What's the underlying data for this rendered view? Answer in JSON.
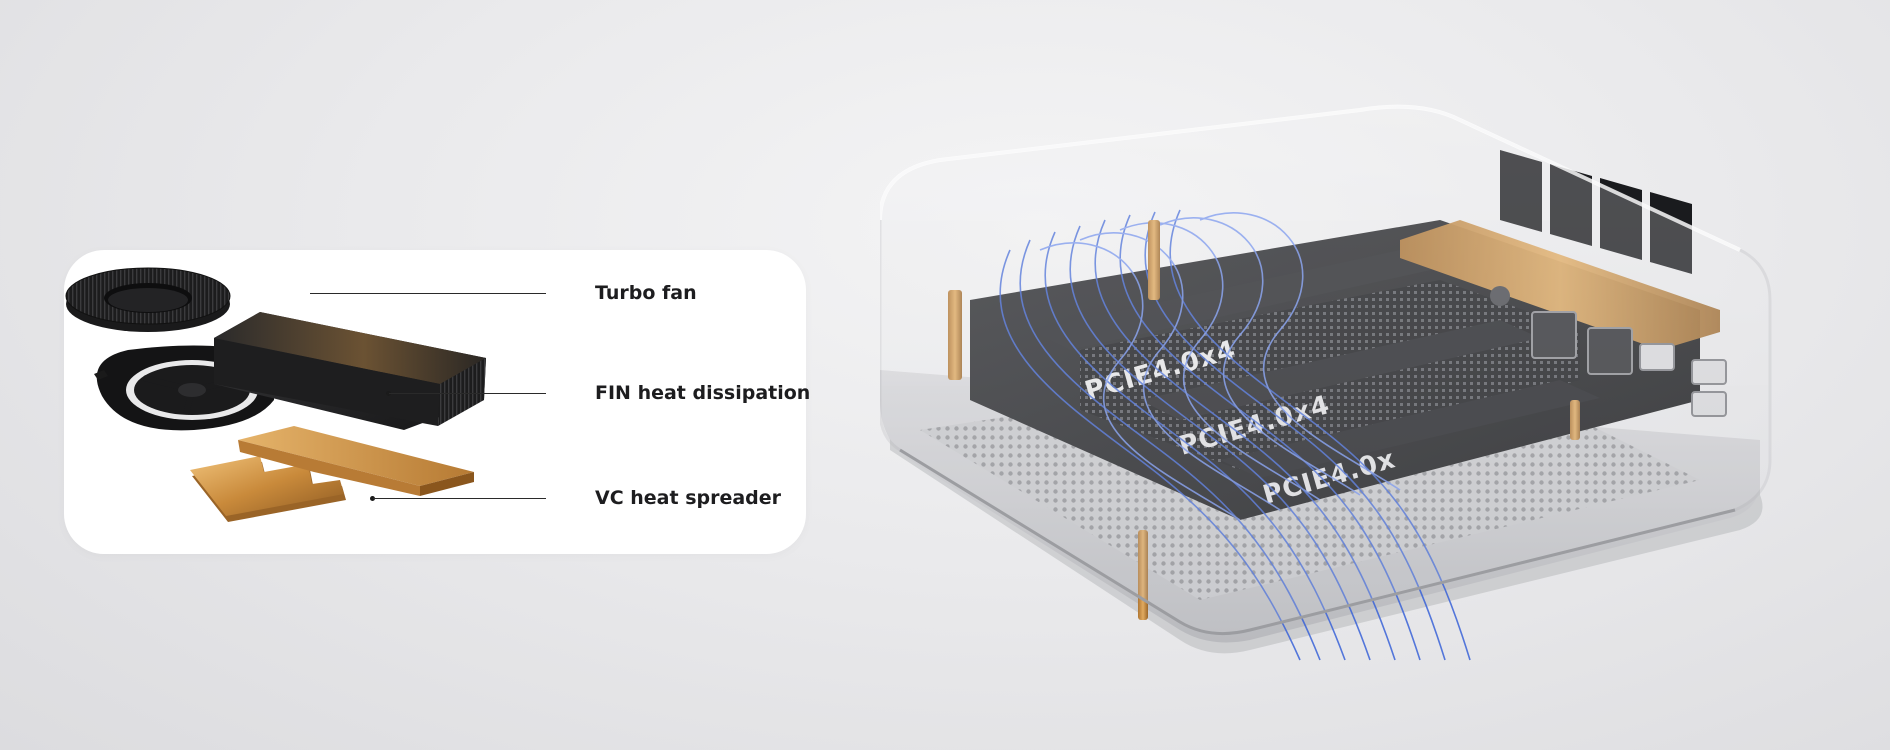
{
  "callouts": {
    "turbo_fan": "Turbo fan",
    "fin": "FIN heat dissipation",
    "vc": "VC heat spreader"
  },
  "device": {
    "slot_labels": [
      "PCIE4.0x4",
      "PCIE4.0x4",
      "PCIE4.0x"
    ]
  },
  "colors": {
    "background": "#e8e8ea",
    "card": "#ffffff",
    "copper": "#c8893c",
    "airflow": "#3a63d8"
  }
}
